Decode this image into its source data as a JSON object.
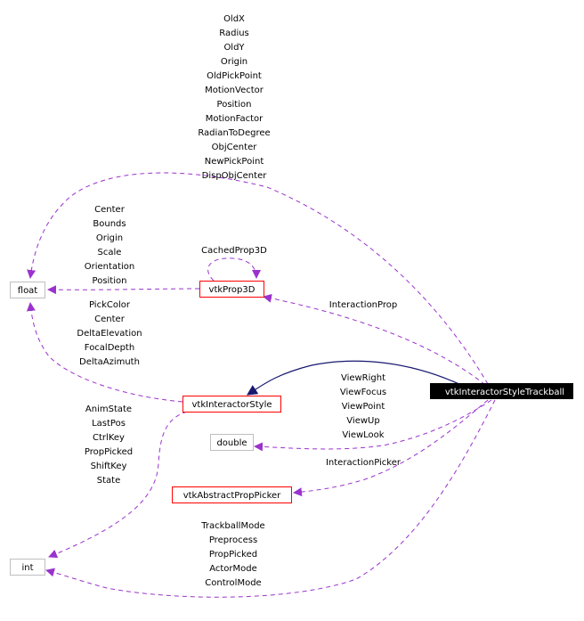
{
  "diagram": {
    "title": "vtkInteractorStyleTrackball collaboration graph",
    "colors": {
      "edge_usage": "#9a32cd",
      "edge_inherit": "#191970",
      "node_class_border": "#ff0000",
      "node_builtin_border": "#bfbfbf",
      "node_focus_fill": "#000000",
      "node_focus_text": "#ffffff"
    },
    "nodes": {
      "float": "float",
      "vtkProp3D": "vtkProp3D",
      "vtkInteractorStyle": "vtkInteractorStyle",
      "double": "double",
      "vtkAbstractPropPicker": "vtkAbstractPropPicker",
      "int": "int",
      "trackball": "vtkInteractorStyleTrackball"
    },
    "edge_labels": {
      "trackball_to_float": [
        "OldX",
        "Radius",
        "OldY",
        "Origin",
        "OldPickPoint",
        "MotionVector",
        "Position",
        "MotionFactor",
        "RadianToDegree",
        "ObjCenter",
        "NewPickPoint",
        "DispObjCenter"
      ],
      "prop3d_to_float": [
        "Center",
        "Bounds",
        "Origin",
        "Scale",
        "Orientation",
        "Position"
      ],
      "prop3d_self": [
        "CachedProp3D"
      ],
      "trackball_to_prop3d": [
        "InteractionProp"
      ],
      "style_to_float": [
        "PickColor",
        "Center",
        "DeltaElevation",
        "FocalDepth",
        "DeltaAzimuth"
      ],
      "style_to_int": [
        "AnimState",
        "LastPos",
        "CtrlKey",
        "PropPicked",
        "ShiftKey",
        "State"
      ],
      "trackball_to_double": [
        "ViewRight",
        "ViewFocus",
        "ViewPoint",
        "ViewUp",
        "ViewLook"
      ],
      "trackball_to_picker": [
        "InteractionPicker"
      ],
      "trackball_to_int": [
        "TrackballMode",
        "Preprocess",
        "PropPicked",
        "ActorMode",
        "ControlMode"
      ]
    }
  }
}
